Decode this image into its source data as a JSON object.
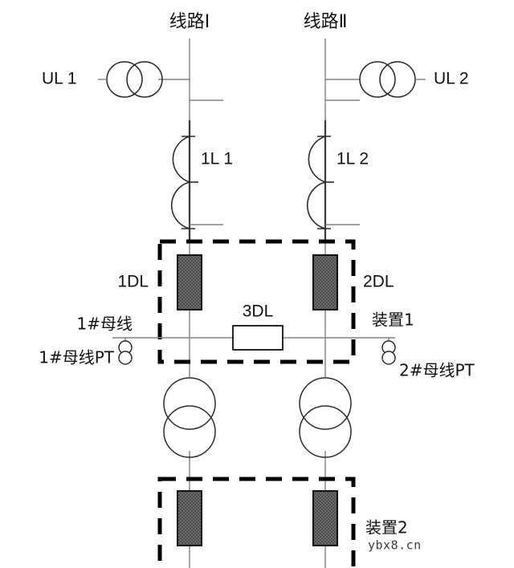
{
  "diagram": {
    "title_left": "线路Ⅰ",
    "title_right": "线路Ⅱ",
    "source_left": "UL 1",
    "source_right": "UL 2",
    "reactor_left": "1L 1",
    "reactor_right": "1L 2",
    "breaker_left": "1DL",
    "breaker_right": "2DL",
    "breaker_tie": "3DL",
    "bus_left": "1#母线",
    "bus_left_pt": "1#母线PT",
    "bus_right_pt": "2#母线PT",
    "device_1": "装置1",
    "device_2": "装置2",
    "watermark": "ybx8.cn",
    "colors": {
      "background": "#ffffff",
      "thin_line": "#808080",
      "medium_line": "#3a3a3a",
      "symbol_stroke": "#2b2b2b",
      "dashed_box": "#000000",
      "breaker_fill": "#595959",
      "text": "#111111"
    }
  }
}
